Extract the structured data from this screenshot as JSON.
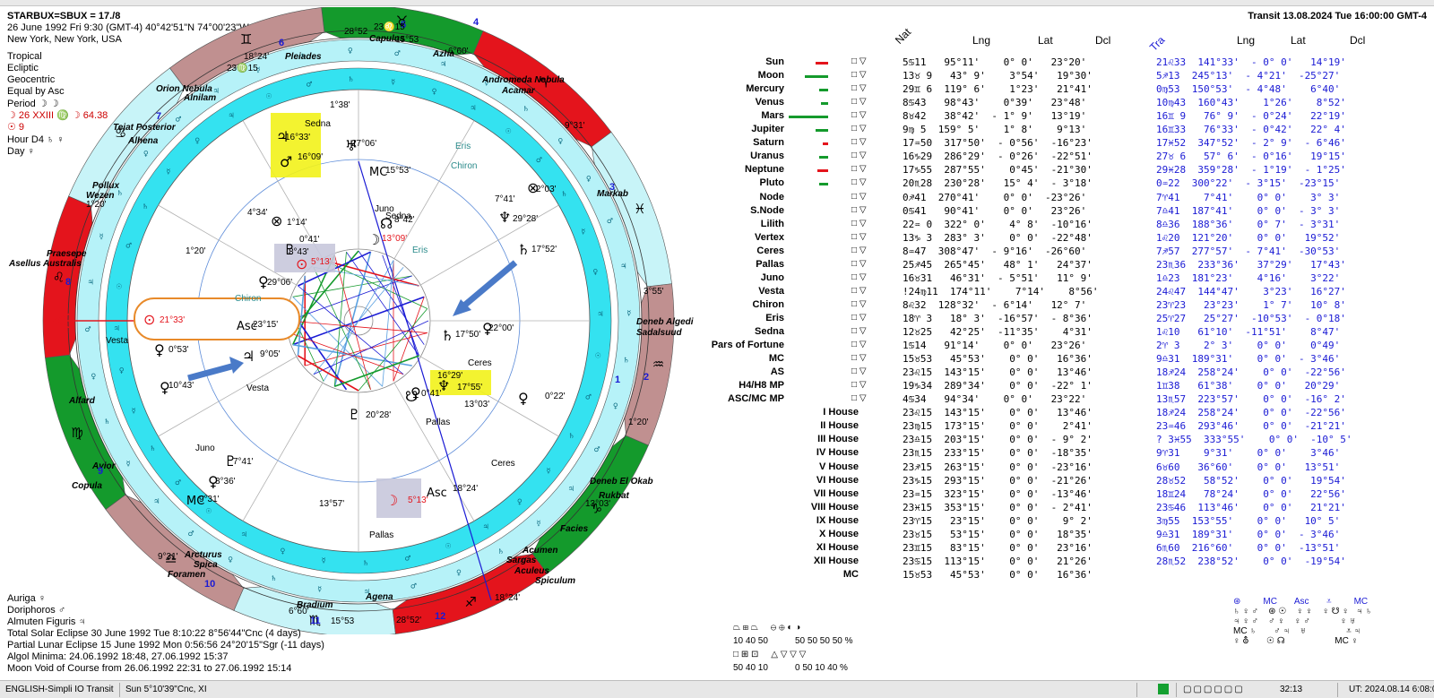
{
  "header": {
    "title": "STARBUX=SBUX = 17./8",
    "date_line": "26 June 1992  Fri    9:30 (GMT-4) 40°42'51\"N  74°00'23\"W",
    "place": "New York, New York, USA",
    "settings": [
      "Tropical",
      "Ecliptic",
      "Geocentric",
      "Equal by Asc"
    ],
    "period": "Period  ☽ ☽",
    "line_moon": "☽  26 XXIII ♍ ☽ 64.38",
    "line_sun": "☉  9",
    "hour": "Hour D4  ♄ ♀",
    "day": "Day  ♀",
    "transit": "Transit 13.08.2024  Tue 16:00:00 GMT-4"
  },
  "table": {
    "nat_label": "Nat",
    "tra_label": "Tra",
    "headers": [
      "Lng",
      "Lat",
      "Dcl"
    ],
    "rows": [
      {
        "name": "Sun",
        "nat": "5♋11   95°11'    0° 0'   23°20'",
        "tra": "21♌33  141°33'  - 0° 0'   14°19'"
      },
      {
        "name": "Moon",
        "nat": "13♉ 9   43° 9'    3°54'   19°30'",
        "tra": "5♐13  245°13'  - 4°21'  -25°27'"
      },
      {
        "name": "Mercury",
        "nat": "29♊ 6  119° 6'    1°23'   21°41'",
        "tra": "0♍53  150°53'  - 4°48'    6°40'"
      },
      {
        "name": "Venus",
        "nat": "8♋43   98°43'    0°39'   23°48'",
        "tra": "10♍43  160°43'    1°26'    8°52'"
      },
      {
        "name": "Mars",
        "nat": "8♉42   38°42'  - 1° 9'   13°19'",
        "tra": "16♊ 9   76° 9'  - 0°24'   22°19'"
      },
      {
        "name": "Jupiter",
        "nat": "9♍ 5  159° 5'    1° 8'    9°13'",
        "tra": "16♊33   76°33'  - 0°42'   22° 4'"
      },
      {
        "name": "Saturn",
        "nat": "17♒50  317°50'  - 0°56'  -16°23'",
        "tra": "17♓52  347°52'  - 2° 9'  - 6°46'"
      },
      {
        "name": "Uranus",
        "nat": "16♑29  286°29'  - 0°26'  -22°51'",
        "tra": "27♉ 6   57° 6'  - 0°16'   19°15'"
      },
      {
        "name": "Neptune",
        "nat": "17♑55  287°55'    0°45'  -21°30'",
        "tra": "29♓28  359°28'  - 1°19'  - 1°25'"
      },
      {
        "name": "Pluto",
        "nat": "20♏28  230°28'   15° 4'  - 3°18'",
        "tra": "0♒22  300°22'  - 3°15'  -23°15'"
      },
      {
        "name": "Node",
        "nat": "0♐41  270°41'    0° 0'  -23°26'",
        "tra": "7♈41    7°41'    0° 0'    3° 3'"
      },
      {
        "name": "S.Node",
        "nat": "0♋41   90°41'    0° 0'   23°26'",
        "tra": "7♎41  187°41'    0° 0'  - 3° 3'"
      },
      {
        "name": "Lilith",
        "nat": "22♒ 0  322° 0'    4° 8'  -10°16'",
        "tra": "8♎36  188°36'    0° 7'  - 3°31'"
      },
      {
        "name": "Vertex",
        "nat": "13♑ 3  283° 3'    0° 0'  -22°48'",
        "tra": "1♌20  121°20'    0° 0'   19°52'"
      },
      {
        "name": "Ceres",
        "nat": "8♒47  308°47'  - 9°16'  -26°60'",
        "tra": "7♐57  277°57'  - 7°41'  -30°53'"
      },
      {
        "name": "Pallas",
        "nat": "25♐45  265°45'   48° 1'   24°37'",
        "tra": "23♏36  233°36'   37°29'   17°43'"
      },
      {
        "name": "Juno",
        "nat": "16♉31   46°31'  - 5°51'   11° 9'",
        "tra": "1♎23  181°23'    4°16'    3°22'"
      },
      {
        "name": "Vesta",
        "nat": "!24♍11  174°11'    7°14'    8°56'",
        "tra": "24♌47  144°47'    3°23'   16°27'"
      },
      {
        "name": "Chiron",
        "nat": "8♌32  128°32'  - 6°14'   12° 7'",
        "tra": "23♈23   23°23'    1° 7'   10° 8'"
      },
      {
        "name": "Eris",
        "nat": "18♈ 3   18° 3'  -16°57'  - 8°36'",
        "tra": "25♈27   25°27'  -10°53'  - 0°18'"
      },
      {
        "name": "Sedna",
        "nat": "12♉25   42°25'  -11°35'    4°31'",
        "tra": "1♌10   61°10'  -11°51'    8°47'"
      },
      {
        "name": "Pars of Fortune",
        "nat": "1♋14   91°14'    0° 0'   23°26'",
        "tra": "2♈ 3    2° 3'    0° 0'    0°49'"
      },
      {
        "name": "MC",
        "nat": "15♉53   45°53'    0° 0'   16°36'",
        "tra": "9♎31  189°31'    0° 0'  - 3°46'"
      },
      {
        "name": "AS",
        "nat": "23♌15  143°15'    0° 0'   13°46'",
        "tra": "18♐24  258°24'    0° 0'  -22°56'"
      },
      {
        "name": "H4/H8 MP",
        "nat": "19♑34  289°34'    0° 0'  -22° 1'",
        "tra": "1♊38   61°38'    0° 0'   20°29'"
      },
      {
        "name": "ASC/MC MP",
        "nat": "4♋34   94°34'    0° 0'   23°22'",
        "tra": "13♏57  223°57'    0° 0'  -16° 2'"
      },
      {
        "name": "I House",
        "nat": "23♌15  143°15'    0° 0'   13°46'",
        "tra": "18♐24  258°24'    0° 0'  -22°56'"
      },
      {
        "name": "II House",
        "nat": "23♍15  173°15'    0° 0'    2°41'",
        "tra": "23♒46  293°46'    0° 0'  -21°21'"
      },
      {
        "name": "III House",
        "nat": "23♎15  203°15'    0° 0'  - 9° 2'",
        "tra": "? 3♓55  333°55'    0° 0'  -10° 5'"
      },
      {
        "name": "IV House",
        "nat": "23♏15  233°15'    0° 0'  -18°35'",
        "tra": "9♈31    9°31'    0° 0'    3°46'"
      },
      {
        "name": "V House",
        "nat": "23♐15  263°15'    0° 0'  -23°16'",
        "tra": "6♉60   36°60'    0° 0'   13°51'"
      },
      {
        "name": "VI House",
        "nat": "23♑15  293°15'    0° 0'  -21°26'",
        "tra": "28♉52   58°52'    0° 0'   19°54'"
      },
      {
        "name": "VII House",
        "nat": "23♒15  323°15'    0° 0'  -13°46'",
        "tra": "18♊24   78°24'    0° 0'   22°56'"
      },
      {
        "name": "VIII House",
        "nat": "23♓15  353°15'    0° 0'  - 2°41'",
        "tra": "23♋46  113°46'    0° 0'   21°21'"
      },
      {
        "name": "IX House",
        "nat": "23♈15   23°15'    0° 0'    9° 2'",
        "tra": "3♍55  153°55'    0° 0'   10° 5'"
      },
      {
        "name": "X House",
        "nat": "23♉15   53°15'    0° 0'   18°35'",
        "tra": "9♎31  189°31'    0° 0'  - 3°46'"
      },
      {
        "name": "XI House",
        "nat": "23♊15   83°15'    0° 0'   23°16'",
        "tra": "6♏60  216°60'    0° 0'  -13°51'"
      },
      {
        "name": "XII House",
        "nat": "23♋15  113°15'    0° 0'   21°26'",
        "tra": "28♏52  238°52'    0° 0'  -19°54'"
      },
      {
        "name": "MC",
        "nat": "15♉53   45°53'    0° 0'   16°36'",
        "tra": ""
      }
    ]
  },
  "bottom_info": [
    "Auriga  ♀",
    "Doriphoros  ♂",
    "Almuten Figuris  ♃",
    "Total Solar Eclipse 30 June 1992 Tue   8:10:22   8°56'44\"Cnc (4 days)",
    "Partial Lunar Eclipse 15 June 1992 Mon   0:56:56 24°20'15\"Sgr (-11 days)",
    "Algol Minima: 24.06.1992 18:48,  27.06.1992 15:37",
    "Moon Void of Course from 26.06.1992 22:31 to 27.06.1992 15:14"
  ],
  "legend": {
    "row1_values": "10   40   50",
    "row1_pct": "50   50   50   50 %",
    "row2_values": "50   40   10",
    "row2_pct": "0   50   10   40 %"
  },
  "statusbar": {
    "lang": "ENGLISH-Simpli IO Transit",
    "sun": "Sun 5°10'39\"Cnc, XI",
    "time": "32:13",
    "ut": "UT: 2024.08.14  6:08:0"
  },
  "chart_labels": {
    "stars": [
      "Capulus",
      "Azha",
      "Pleiades",
      "Andromeda Nebula",
      "Acamar",
      "Orion Nebula",
      "Alnilam",
      "Tejat Posterior",
      "Alhena",
      "Pollux",
      "Wezen",
      "Praesepe",
      "Asellus Australis",
      "Markab",
      "Deneb Algedi",
      "Sadalsuud",
      "Alfard",
      "Avior",
      "Copula",
      "Deneb El Okab",
      "Rukbat",
      "Facies",
      "Arcturus",
      "Spica",
      "Foramen",
      "Acumen",
      "Sargas",
      "Aculeus",
      "Spiculum",
      "Bradium",
      "Agena"
    ],
    "house_numbers": [
      "5",
      "6",
      "7",
      "8",
      "9",
      "10",
      "11",
      "12",
      "1",
      "2",
      "3",
      "4"
    ],
    "degrees": [
      "23♌15",
      "28°52",
      "15°53",
      "6°60'",
      "18°24'",
      "9°31'",
      "1°20'",
      "3°55'",
      "1°20'",
      "23♍15",
      "13°03'",
      "18°24'",
      "28°52'",
      "15°53",
      "6°60'",
      "9°31'",
      "23♓15",
      "23♑15",
      "23♒15",
      "23♐15",
      "23♎15",
      "23♊15",
      "23♋15",
      "23♏15",
      "23♈15",
      "23♉15"
    ],
    "inner": [
      "16°33'",
      "16°09'",
      "27°06'",
      "1°38'",
      "Sedna",
      "Eris",
      "Chiron",
      "15°53'",
      "Sedna",
      "7°41'",
      "2°03'",
      "29°28'",
      "Juno",
      "8°42'",
      "1°14'",
      "0°41'",
      "13°09'",
      "Eris",
      "17°52'",
      "4°34'",
      "8°43'",
      "5°13'",
      "1°20'",
      "29°06'",
      "Chiron",
      "21°33'",
      "23°15'",
      "22°00'",
      "17°50'",
      "Ceres",
      "Vesta",
      "0°53'",
      "9°05'",
      "16°29'",
      "17°55'",
      "13°03'",
      "10°43'",
      "Vesta",
      "0°41'",
      "20°28'",
      "0°22'",
      "Pallas",
      "Juno",
      "7°41'",
      "8°36'",
      "Ceres",
      "9°31'",
      "13°57'",
      "5°13'",
      "18°24'",
      "Pallas"
    ]
  },
  "colors": {
    "ring_cyan": "#34e2f0",
    "ring_cyan_light": "#b6f2f8",
    "fire": "#e4141c",
    "earth": "#149a2c",
    "air": "#c09090",
    "water_light": "#c8f4f8",
    "highlight_yellow": "#f2f21a",
    "natal_blue": "#1a1ad4"
  }
}
